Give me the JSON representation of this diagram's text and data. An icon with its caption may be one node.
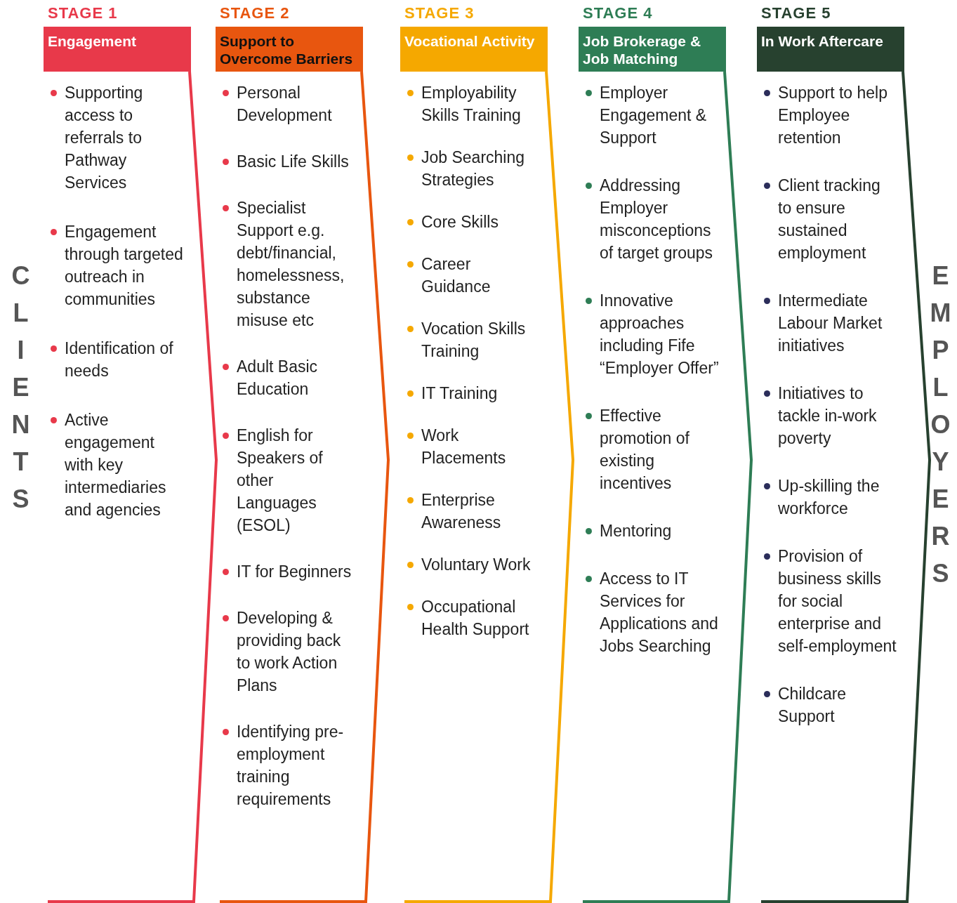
{
  "diagram": {
    "nodes": [
      {
        "text": [
          "STAGE 1",
          "Engagement",
          "Supporting access to referrals to Pathway Services",
          "Engagement through targeted outreach in communities",
          "Identification of needs",
          "Active engagement with key intermediaries and agencies"
        ]
      },
      {
        "text": [
          "STAGE 2",
          "Support to Overcome Barriers",
          "Personal Development",
          "Basic Life Skills",
          "Specialist Support e.g. debt/financial, homelessness, substance misuse etc",
          "Adult Basic Education",
          "English for Speakers of other Languages (ESOL)",
          "IT for Beginners",
          "Developing & providing back to work Action Plans",
          "Identifying pre-employment training requirements"
        ]
      },
      {
        "text": [
          "STAGE 3",
          "Vocational Activity",
          "Employability Skills Training",
          "Job Searching Strategies",
          "Core Skills",
          "Career Guidance",
          "Vocation Skills Training",
          "IT Training",
          "Work Placements",
          "Enterprise Awareness",
          "Voluntary Work",
          "Occupational Health Support"
        ]
      },
      {
        "text": [
          "STAGE 4",
          "Job Brokerage & Job Matching",
          "Employer Engagement & Support",
          "Addressing Employer misconceptions of target groups",
          "Innovative approaches including Fife “Employer Offer”",
          "Effective promotion of existing incentives",
          "Mentoring",
          "Access to IT Services for Applications and Jobs Searching"
        ]
      },
      {
        "text": [
          "STAGE 5",
          "In Work Aftercare",
          "Support to help Employee retention",
          "Client tracking to ensure sustained employment",
          "Intermediate Labour Market initiatives",
          "Initiatives to tackle in-work poverty",
          "Up-skilling the workforce",
          "Provision of business skills for social enterprise and self-employment",
          "Childcare Support"
        ]
      }
    ],
    "labels": [
      "CLIENTS",
      "EMPLOYERS"
    ]
  }
}
